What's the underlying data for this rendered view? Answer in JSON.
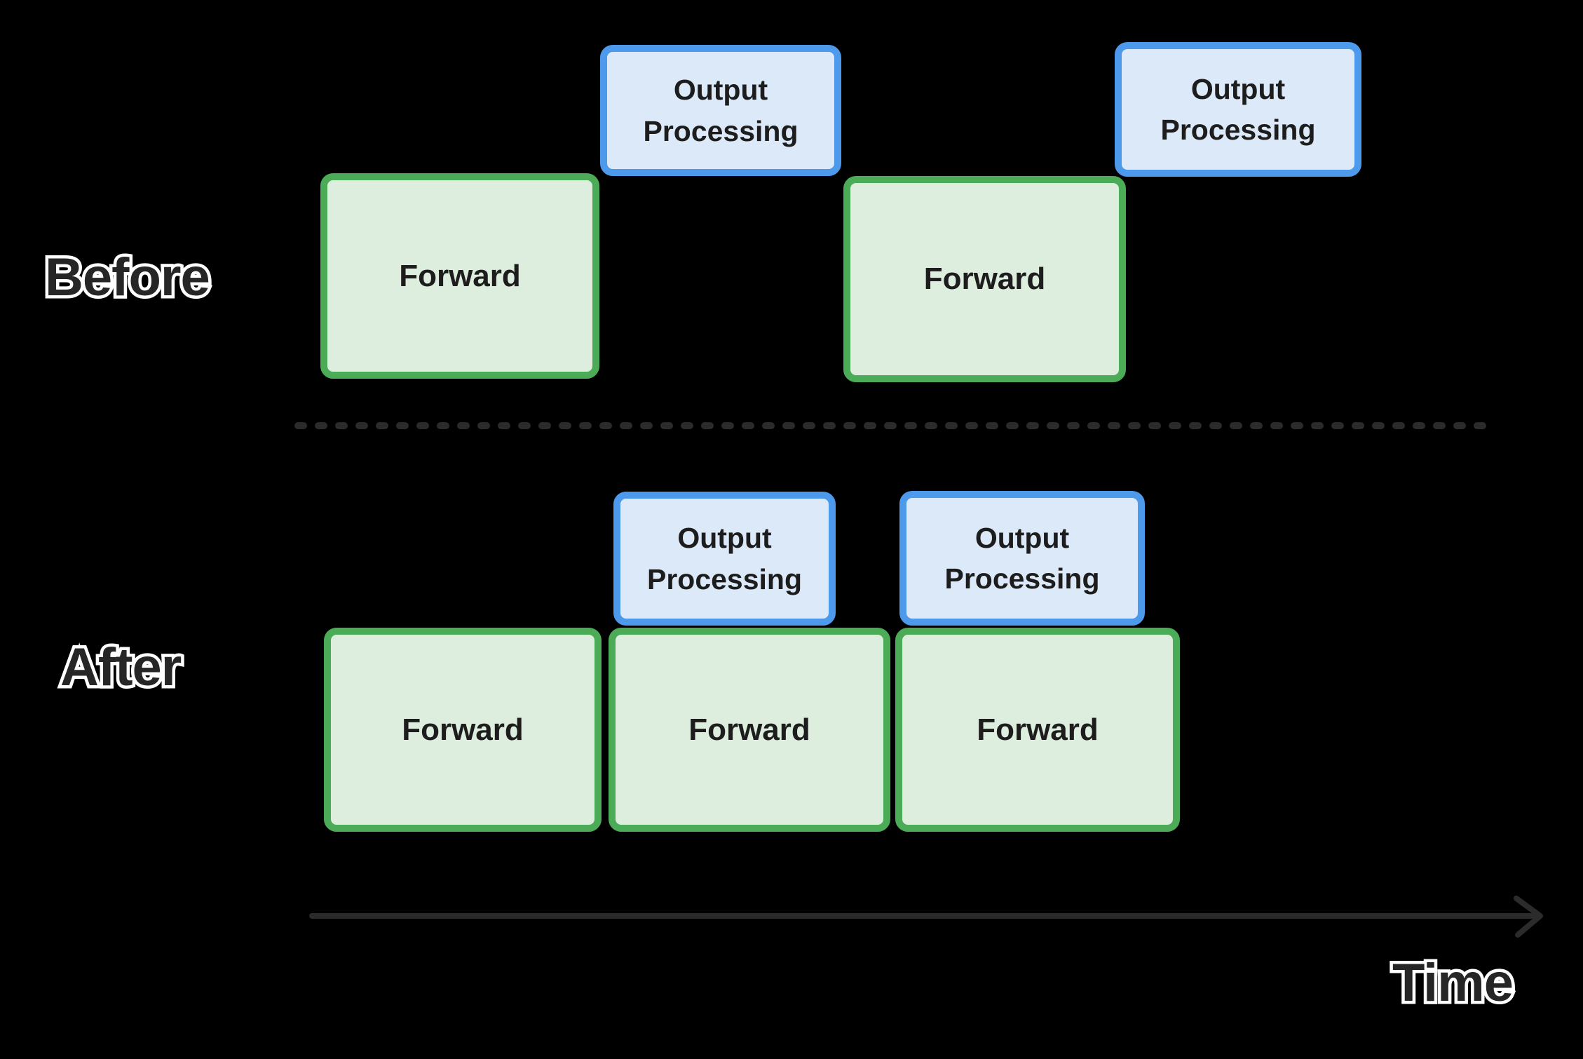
{
  "diagram_title": "Forward / Output Processing pipelining, before vs after",
  "colors": {
    "background": "#000000",
    "forward_fill": "#DDEDDE",
    "forward_border": "#4BAB57",
    "output_fill": "#DCE9F8",
    "output_border": "#4D99EB",
    "box_text": "#1D1D1D",
    "label_text": "#262626",
    "label_outline": "#FFFFFF",
    "axis_line": "#2B2B2B"
  },
  "before": {
    "row_label": "Before",
    "boxes": [
      {
        "type": "forward",
        "label": "Forward"
      },
      {
        "type": "output",
        "label": "Output Processing"
      },
      {
        "type": "forward",
        "label": "Forward"
      },
      {
        "type": "output",
        "label": "Output Processing"
      }
    ]
  },
  "after": {
    "row_label": "After",
    "boxes": [
      {
        "type": "output",
        "label": "Output Processing"
      },
      {
        "type": "output",
        "label": "Output Processing"
      },
      {
        "type": "forward",
        "label": "Forward"
      },
      {
        "type": "forward",
        "label": "Forward"
      },
      {
        "type": "forward",
        "label": "Forward"
      }
    ]
  },
  "time_axis": {
    "label": "Time"
  }
}
